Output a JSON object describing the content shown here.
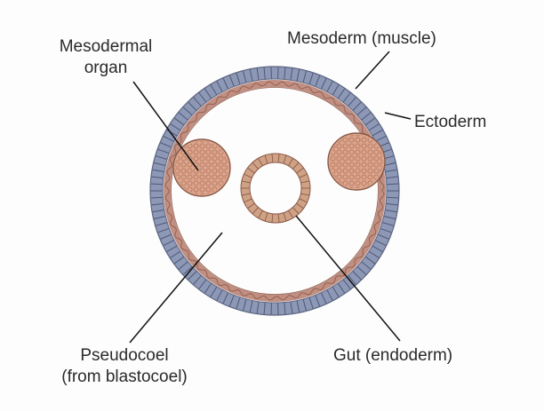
{
  "diagram": {
    "labels": {
      "mesodermal_organ": [
        "Mesodermal",
        "organ"
      ],
      "mesoderm_muscle": "Mesoderm (muscle)",
      "ectoderm": "Ectoderm",
      "pseudocoel": [
        "Pseudocoel",
        "(from blastocoel)"
      ],
      "gut": "Gut (endoderm)"
    },
    "colors": {
      "ectoderm": "#8d98b6",
      "ectoderm_cell_line": "#4e5875",
      "mesoderm": "#c08f82",
      "organ_fill": "#dba58d",
      "organ_stroke": "#8a5a48",
      "gut": "#cfa286",
      "leader_line": "#111111",
      "text": "#2a2a2a"
    }
  }
}
